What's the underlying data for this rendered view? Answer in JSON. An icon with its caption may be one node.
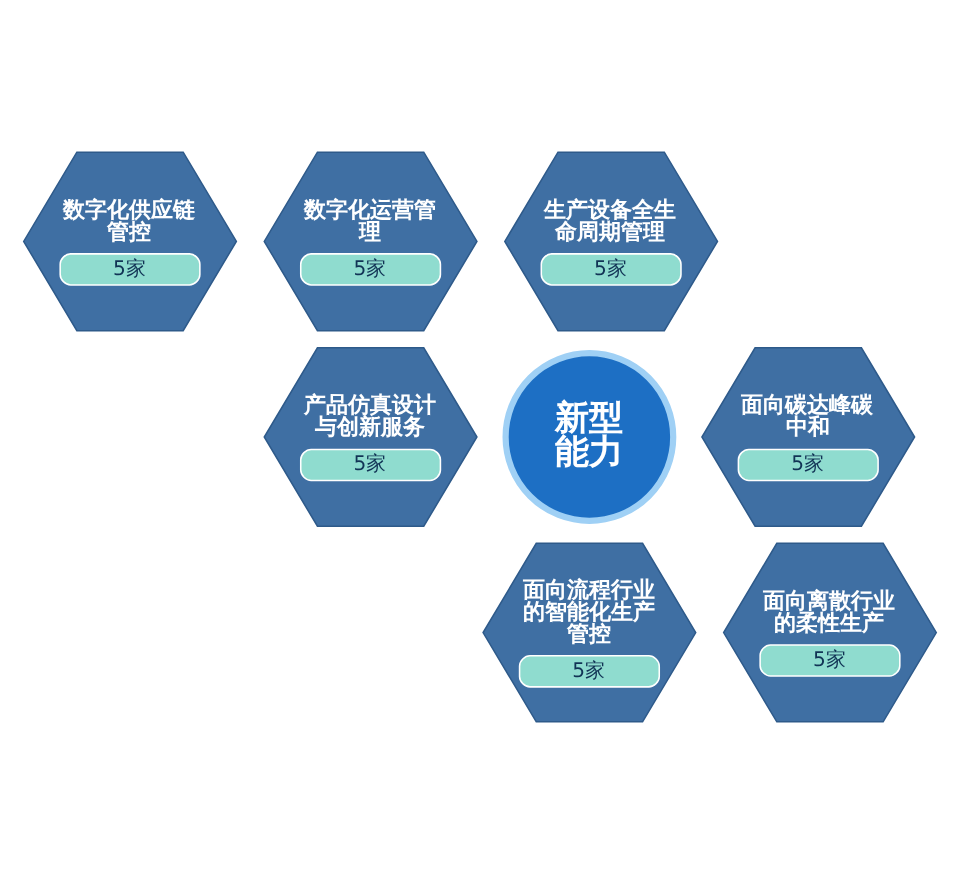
{
  "diagram": {
    "nodes": [
      {
        "text": [
          "数字化供应链管控",
          "5家"
        ]
      },
      {
        "text": [
          "数字化运营管理",
          "5家"
        ]
      },
      {
        "text": [
          "生产设备全生命周期管理",
          "5家"
        ]
      },
      {
        "text": [
          "产品仿真设计与创新服务",
          "5家"
        ]
      },
      {
        "text": [
          "新型能力"
        ]
      },
      {
        "text": [
          "面向碳达峰碳中和",
          "5家"
        ]
      },
      {
        "text": [
          "面向流程行业的智能化生产管控",
          "5家"
        ]
      },
      {
        "text": [
          "面向离散行业的柔性生产",
          "5家"
        ]
      }
    ]
  }
}
